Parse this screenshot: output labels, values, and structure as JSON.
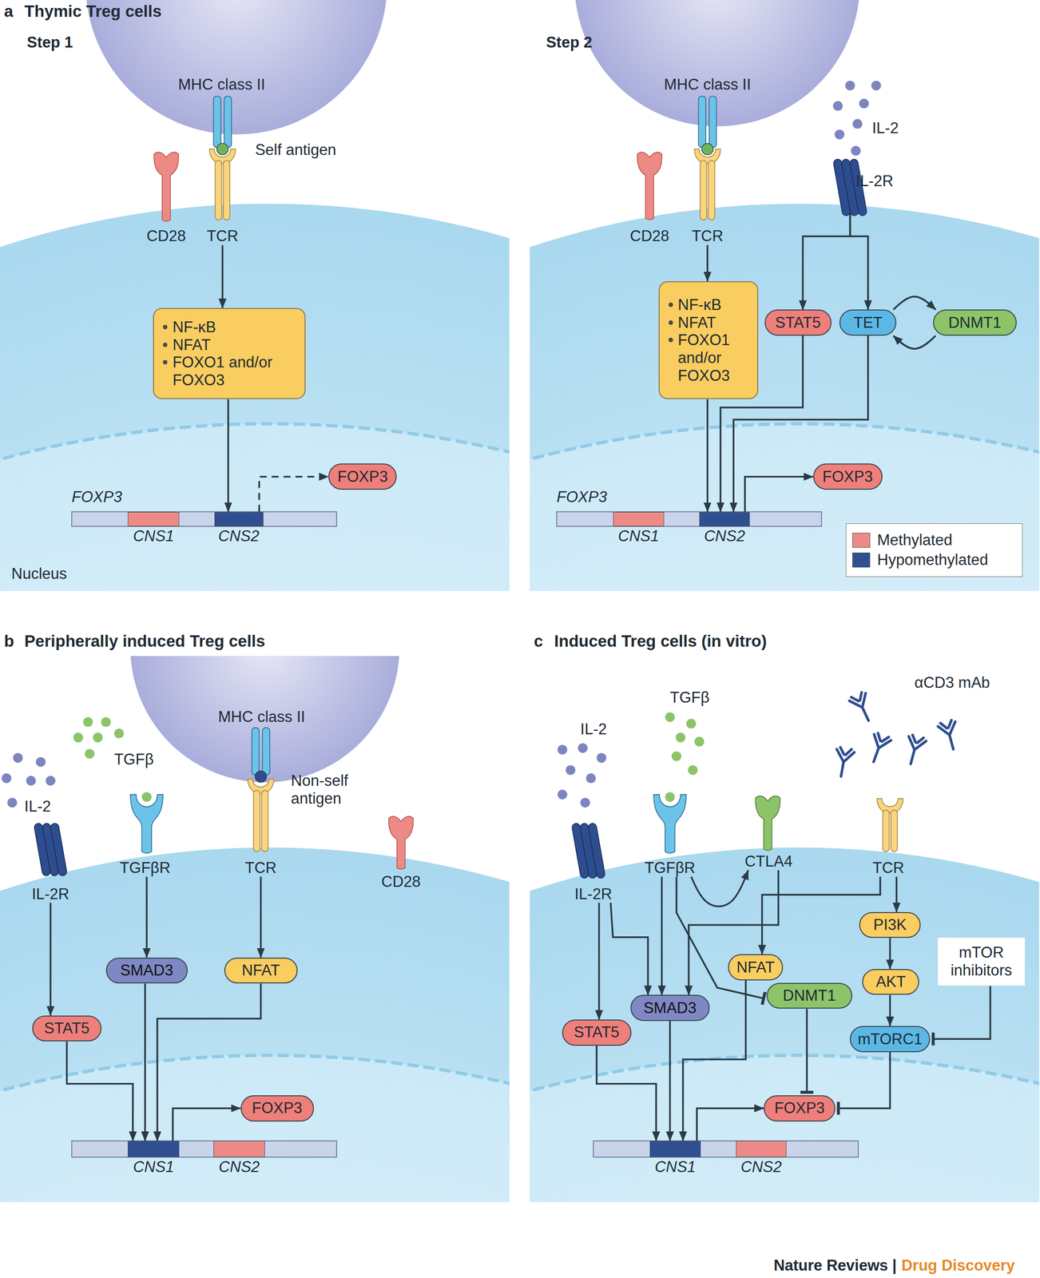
{
  "diagram": {
    "nodes": [
      {
        "text": [
          "TCR"
        ]
      },
      {
        "text": [
          "NF-κB",
          "NFAT",
          "FOXO1 and/or FOXO3"
        ]
      },
      {
        "text": [
          "CNS1"
        ]
      },
      {
        "text": [
          "CNS2"
        ]
      },
      {
        "text": [
          "FOXP3"
        ]
      },
      {
        "text": [
          "TCR"
        ]
      },
      {
        "text": [
          "IL-2R"
        ]
      },
      {
        "text": [
          "NF-κB",
          "NFAT",
          "FOXO1 and/or FOXO3"
        ]
      },
      {
        "text": [
          "STAT5"
        ]
      },
      {
        "text": [
          "TET"
        ]
      },
      {
        "text": [
          "DNMT1"
        ]
      },
      {
        "text": [
          "CNS1"
        ]
      },
      {
        "text": [
          "CNS2"
        ]
      },
      {
        "text": [
          "FOXP3"
        ]
      },
      {
        "text": [
          "IL-2R"
        ]
      },
      {
        "text": [
          "TGFβR"
        ]
      },
      {
        "text": [
          "TCR"
        ]
      },
      {
        "text": [
          "SMAD3"
        ]
      },
      {
        "text": [
          "NFAT"
        ]
      },
      {
        "text": [
          "STAT5"
        ]
      },
      {
        "text": [
          "CNS1"
        ]
      },
      {
        "text": [
          "CNS2"
        ]
      },
      {
        "text": [
          "FOXP3"
        ]
      },
      {
        "text": [
          "IL-2R"
        ]
      },
      {
        "text": [
          "TGFβR"
        ]
      },
      {
        "text": [
          "CTLA4"
        ]
      },
      {
        "text": [
          "TCR"
        ]
      },
      {
        "text": [
          "PI3K"
        ]
      },
      {
        "text": [
          "NFAT"
        ]
      },
      {
        "text": [
          "DNMT1"
        ]
      },
      {
        "text": [
          "mTOR inhibitors"
        ]
      },
      {
        "text": [
          "AKT"
        ]
      },
      {
        "text": [
          "SMAD3"
        ]
      },
      {
        "text": [
          "mTORC1"
        ]
      },
      {
        "text": [
          "STAT5"
        ]
      },
      {
        "text": [
          "FOXP3"
        ]
      },
      {
        "text": [
          "CNS1"
        ]
      },
      {
        "text": [
          "CNS2"
        ]
      }
    ],
    "edges": [
      {
        "from": 0,
        "to": 1,
        "arrow": "to"
      },
      {
        "from": 1,
        "to": 3,
        "arrow": "to"
      },
      {
        "from": 3,
        "to": 4,
        "arrow": "to"
      },
      {
        "from": 5,
        "to": 7,
        "arrow": "to"
      },
      {
        "from": 6,
        "to": 8,
        "arrow": "to"
      },
      {
        "from": 6,
        "to": 9,
        "arrow": "to"
      },
      {
        "from": 9,
        "to": 10,
        "arrow": "to"
      },
      {
        "from": 10,
        "to": 9,
        "arrow": "to"
      },
      {
        "from": 7,
        "to": 12,
        "arrow": "to"
      },
      {
        "from": 8,
        "to": 12,
        "arrow": "to"
      },
      {
        "from": 9,
        "to": 12,
        "arrow": "to"
      },
      {
        "from": 12,
        "to": 13,
        "arrow": "to"
      },
      {
        "from": 14,
        "to": 19,
        "arrow": "to"
      },
      {
        "from": 15,
        "to": 17,
        "arrow": "to"
      },
      {
        "from": 16,
        "to": 18,
        "arrow": "to"
      },
      {
        "from": 19,
        "to": 20,
        "arrow": "to"
      },
      {
        "from": 17,
        "to": 20,
        "arrow": "to"
      },
      {
        "from": 18,
        "to": 20,
        "arrow": "to"
      },
      {
        "from": 20,
        "to": 22,
        "arrow": "to"
      },
      {
        "from": 23,
        "to": 34,
        "arrow": "to"
      },
      {
        "from": 23,
        "to": 32,
        "arrow": "to"
      },
      {
        "from": 24,
        "to": 32,
        "arrow": "to"
      },
      {
        "from": 24,
        "to": 25,
        "arrow": "to"
      },
      {
        "from": 24,
        "to": 29,
        "arrow": "to"
      },
      {
        "from": 25,
        "to": 32,
        "arrow": "to"
      },
      {
        "from": 26,
        "to": 28,
        "arrow": "to"
      },
      {
        "from": 26,
        "to": 27,
        "arrow": "to"
      },
      {
        "from": 27,
        "to": 31,
        "arrow": "to"
      },
      {
        "from": 31,
        "to": 33,
        "arrow": "to"
      },
      {
        "from": 30,
        "to": 33,
        "arrow": "to"
      },
      {
        "from": 33,
        "to": 35,
        "arrow": "to"
      },
      {
        "from": 29,
        "to": 35,
        "arrow": "to"
      },
      {
        "from": 34,
        "to": 36,
        "arrow": "to"
      },
      {
        "from": 32,
        "to": 36,
        "arrow": "to"
      },
      {
        "from": 28,
        "to": 36,
        "arrow": "to"
      },
      {
        "from": 36,
        "to": 35,
        "arrow": "to"
      }
    ],
    "labels": [
      "a",
      "Thymic Treg cells",
      "Step 1",
      "MHC class II",
      "Self antigen",
      "CD28",
      "FOXP3",
      "Nucleus",
      "Step 2",
      "MHC class II",
      "IL-2",
      "CD28",
      "FOXP3",
      "b",
      "Peripherally induced Treg cells",
      "MHC class II",
      "IL-2",
      "TGFβ",
      "Non-self antigen",
      "CD28",
      "c",
      "Induced Treg cells (in vitro)",
      "IL-2",
      "TGFβ",
      "αCD3 mAb",
      "Nature Reviews |",
      "Drug Discovery"
    ],
    "legend": [
      {
        "text": "Methylated",
        "color": "#ee8a86"
      },
      {
        "text": "Hypomethylated",
        "color": "#2f4f91"
      }
    ]
  }
}
